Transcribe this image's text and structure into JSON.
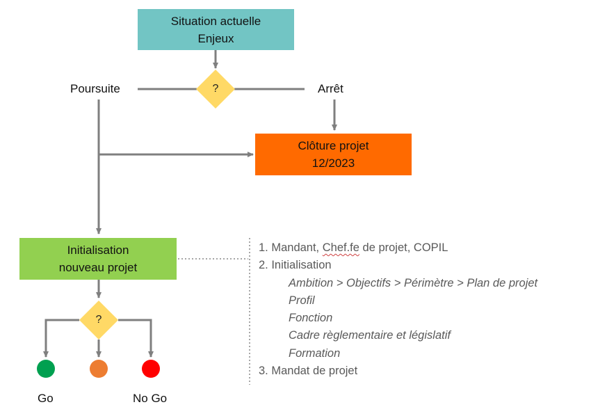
{
  "colors": {
    "situation_box": "#72C5C4",
    "cloture_box": "#FF6A00",
    "init_box": "#92D050",
    "decision_diamond": "#FFD966",
    "connector": "#7F7F7F",
    "go": "#00A050",
    "pending": "#ED7D31",
    "nogo": "#FF0000",
    "notes_text": "#595959"
  },
  "situation": {
    "line1": "Situation actuelle",
    "line2": "Enjeux"
  },
  "decision1": {
    "label": "?"
  },
  "branch_left": "Poursuite",
  "branch_right": "Arrêt",
  "cloture": {
    "line1": "Clôture projet",
    "line2": "12/2023"
  },
  "init": {
    "line1": "Initialisation",
    "line2": "nouveau projet"
  },
  "decision2": {
    "label": "?"
  },
  "outcomes": {
    "go": "Go",
    "nogo": "No Go"
  },
  "notes": {
    "item1_prefix": "1. Mandant, ",
    "item1_underlined": "Chef.fe",
    "item1_suffix": " de projet, COPIL",
    "item2": "2. Initialisation",
    "sub_items": [
      "Ambition > Objectifs > Périmètre > Plan de projet",
      "Profil",
      "Fonction",
      "Cadre règlementaire et législatif",
      "Formation"
    ],
    "item3": "3. Mandat de projet"
  }
}
